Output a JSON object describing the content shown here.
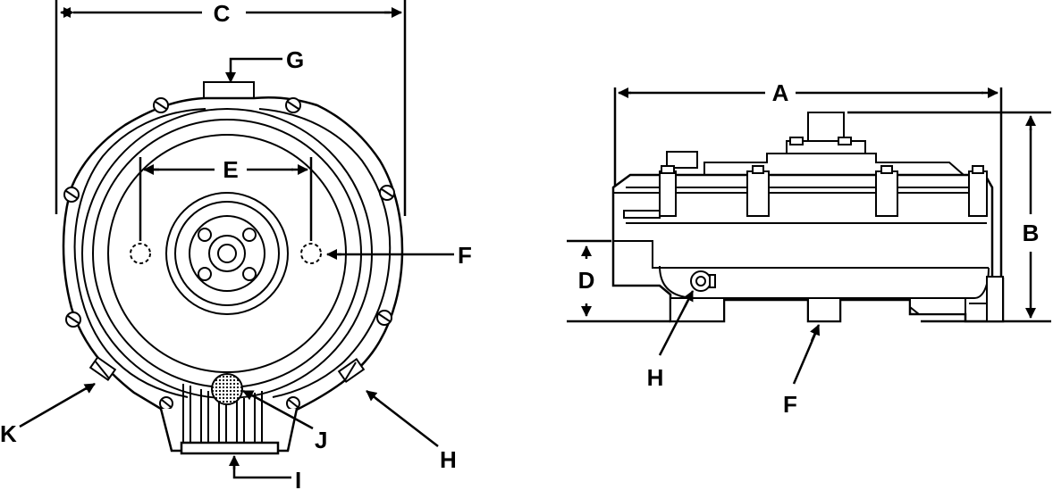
{
  "front_view": {
    "labels": {
      "c": "C",
      "g": "G",
      "e": "E",
      "f": "F",
      "k": "K",
      "h": "H",
      "j": "J",
      "i": "I"
    }
  },
  "side_view": {
    "labels": {
      "a": "A",
      "b": "B",
      "d": "D",
      "h": "H",
      "f": "F"
    }
  },
  "colors": {
    "ink": "#000000",
    "paper": "#ffffff"
  }
}
